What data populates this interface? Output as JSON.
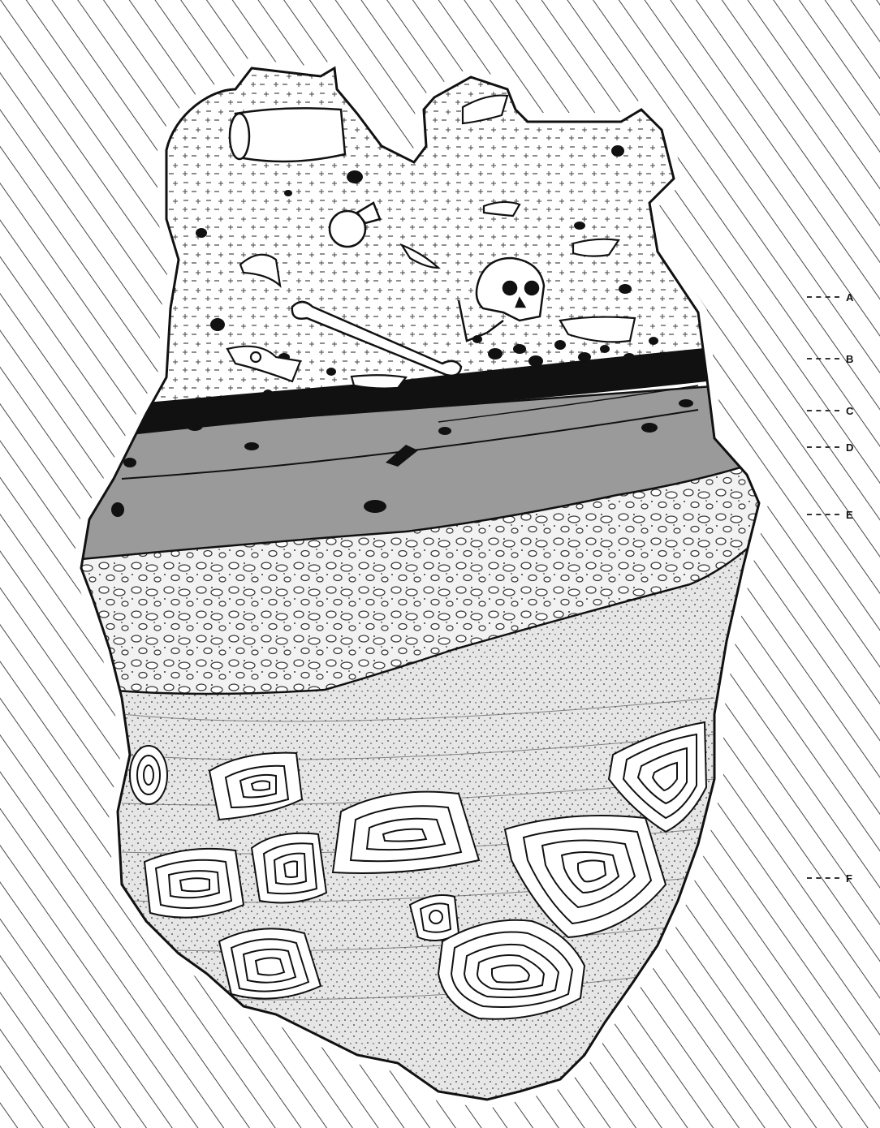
{
  "diagram": {
    "labels": [
      {
        "key": "a",
        "text": "A"
      },
      {
        "key": "b",
        "text": "B"
      },
      {
        "key": "c",
        "text": "C"
      },
      {
        "key": "d",
        "text": "D"
      },
      {
        "key": "e",
        "text": "E"
      },
      {
        "key": "f",
        "text": "F"
      }
    ]
  },
  "colors": {
    "ink": "#111111",
    "layer_c_d_fill": "#9a9a9a",
    "layer_e_fill": "#ececec",
    "layer_f_fill": "#dadada",
    "background_hatch": "#333333"
  }
}
